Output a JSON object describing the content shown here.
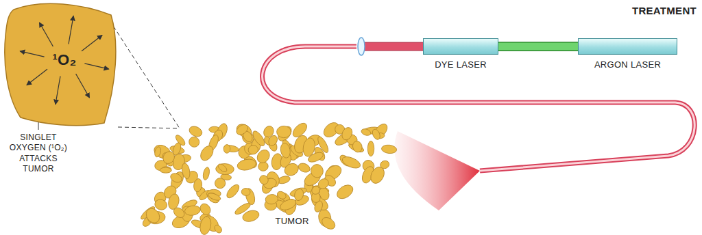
{
  "diagram": {
    "nodes": [
      {
        "text": [
          "DYE LASER"
        ]
      },
      {
        "text": [
          "ARGON LASER"
        ]
      },
      {
        "text": [
          "¹O₂"
        ]
      }
    ],
    "edges": [
      {
        "from": 1,
        "to": 0,
        "arrow": "none"
      }
    ],
    "labels": [
      "TREATMENT",
      "SINGLET OXYGEN (¹O₂) ATTACKS TUMOR",
      "TUMOR"
    ]
  }
}
